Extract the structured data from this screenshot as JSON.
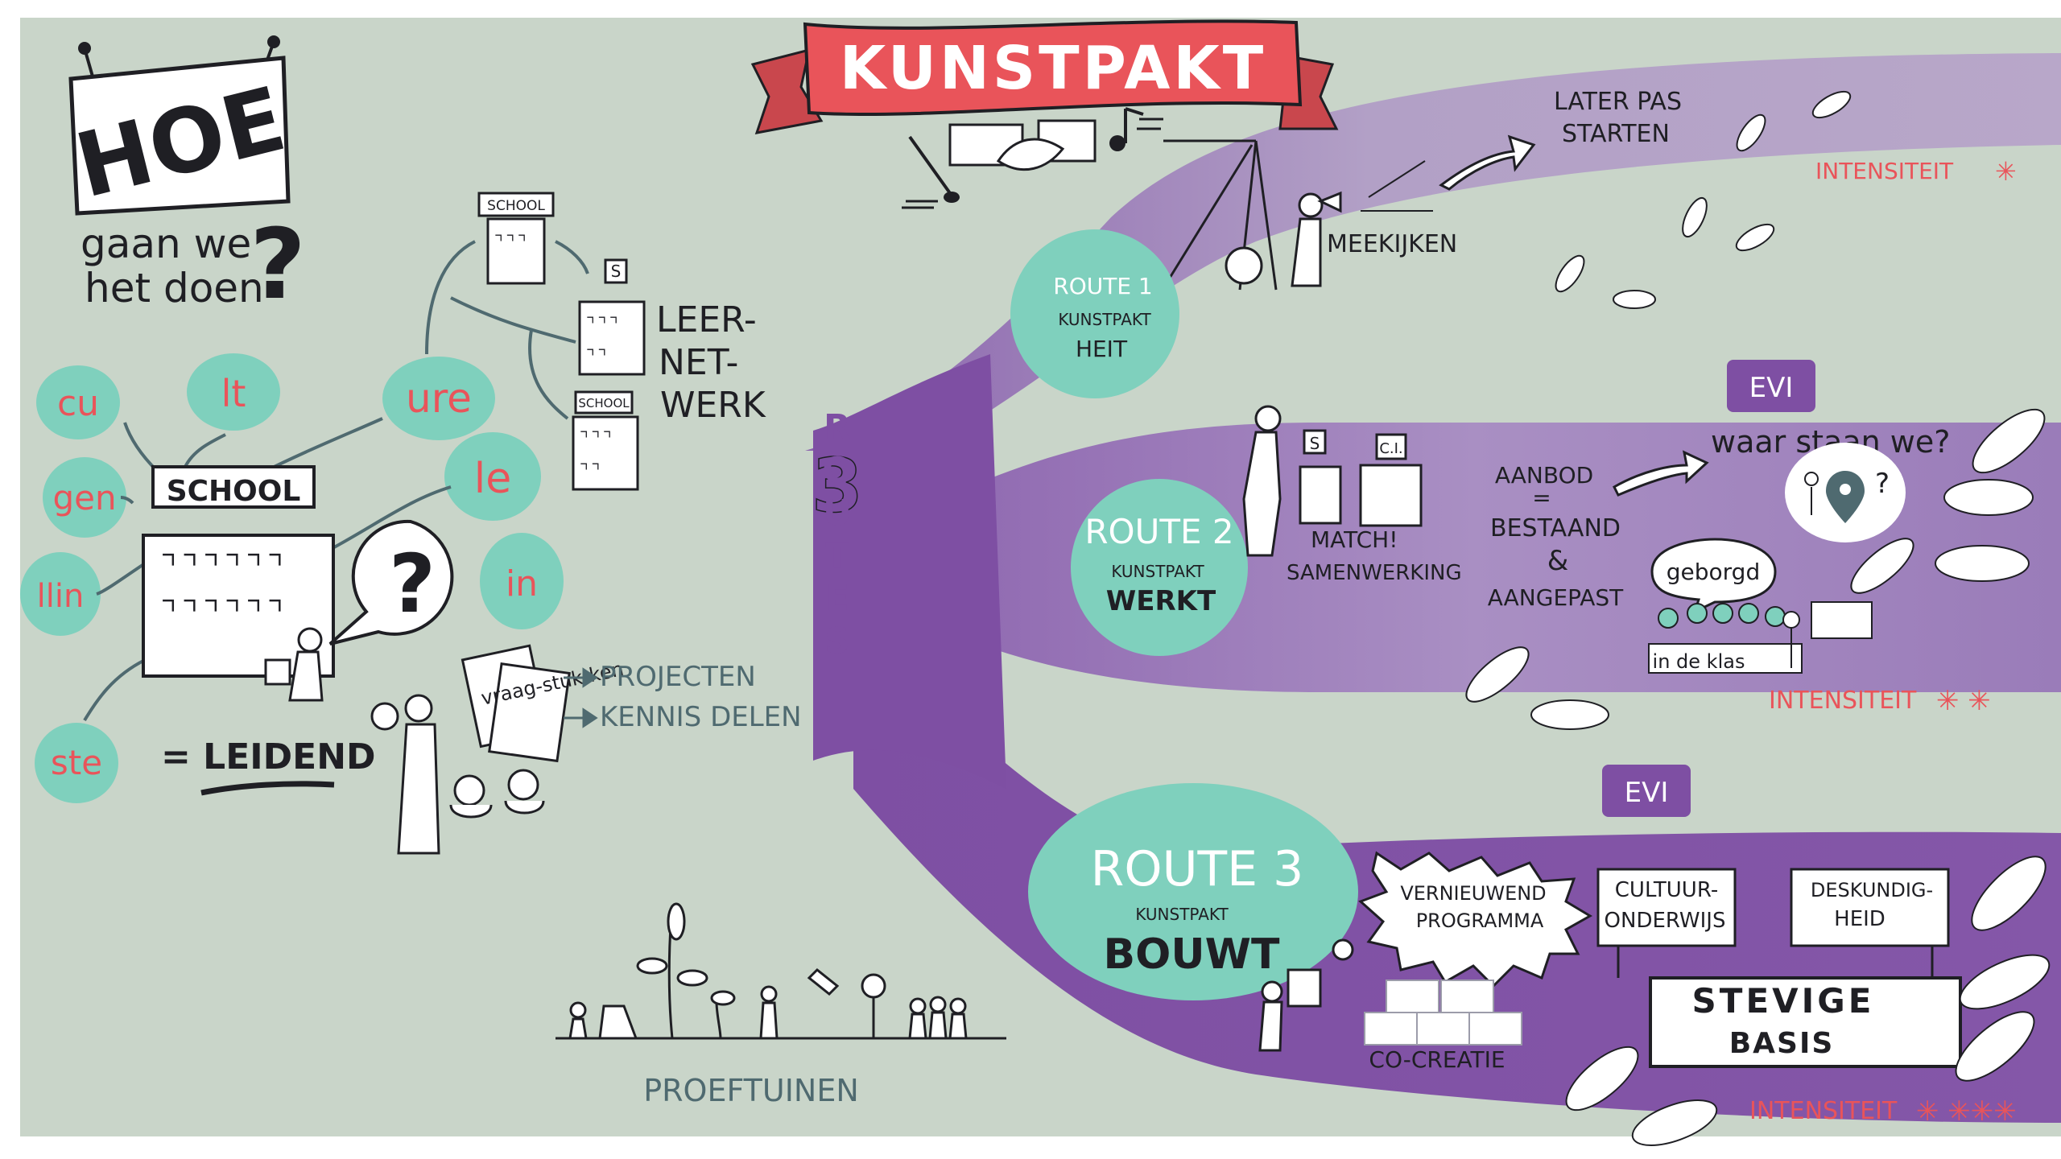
{
  "banner": {
    "title": "KUNSTPAKT"
  },
  "intro": {
    "sign": "HOE",
    "line1": "gaan we",
    "line2": "het doen",
    "qmark": "?"
  },
  "culture_fragments": [
    {
      "text": "cu"
    },
    {
      "text": "lt"
    },
    {
      "text": "ure"
    },
    {
      "text": "gen"
    },
    {
      "text": "le"
    },
    {
      "text": "llin"
    },
    {
      "text": "in"
    },
    {
      "text": "ste"
    }
  ],
  "school": {
    "label": "SCHOOL",
    "leidend": "= LEIDEND",
    "bubble": "?",
    "papers": "vraag-stuk-ken",
    "projecten": "PROJECTEN",
    "kennis": "KENNIS DELEN"
  },
  "network": {
    "school_label": "SCHOOL",
    "s_label": "S",
    "school2_label": "SCHOOL",
    "line1": "LEER-",
    "line2": "NET-",
    "line3": "WERK"
  },
  "proeftuinen": {
    "label": "PROEFTUINEN"
  },
  "routes_label": {
    "number": "3",
    "word": "ROUTES"
  },
  "routes": [
    {
      "title": "ROUTE 1",
      "sub": "KUNSTPAKT",
      "verb": "HEIT",
      "meekijken": "MEEKIJKEN",
      "later1": "LATER PAS",
      "later2": "STARTEN",
      "intensity": "INTENSITEIT",
      "stars": "✳"
    },
    {
      "title": "ROUTE 2",
      "sub": "KUNSTPAKT",
      "verb": "WERKT",
      "evi": "EVI",
      "match": "MATCH!",
      "samenwerking": "SAMENWERKING",
      "s_sign": "S",
      "ci_sign": "C.I.",
      "aanbod": "AANBOD",
      "equals": "=",
      "bestaand": "BESTAAND",
      "amp": "&",
      "aangepast": "AANGEPAST",
      "waar": "waar staan we?",
      "geborgd": "geborgd",
      "indeklas": "in de klas",
      "intensity": "INTENSITEIT",
      "stars": "✳ ✳"
    },
    {
      "title": "ROUTE 3",
      "sub": "KUNSTPAKT",
      "verb": "BOUWT",
      "evi": "EVI",
      "vern1": "VERNIEUWEND",
      "vern2": "PROGRAMMA",
      "cult1": "CULTUUR-",
      "cult2": "ONDERWIJS",
      "desk1": "DESKUNDIG-",
      "desk2": "HEID",
      "stevige1": "STEVIGE",
      "stevige2": "BASIS",
      "cocreatie": "CO-CREATIE",
      "intensity": "INTENSITEIT",
      "stars": "✳ ✳✳✳"
    }
  ],
  "colors": {
    "background": "#c9d5c9",
    "teal": "#7fd0bd",
    "purple_dark": "#7e4fa3",
    "purple_mid": "#a181bd",
    "purple_light": "#b7a5c8",
    "red": "#e9545a",
    "ink": "#1f1f24",
    "grey_ink": "#4f6a70"
  }
}
